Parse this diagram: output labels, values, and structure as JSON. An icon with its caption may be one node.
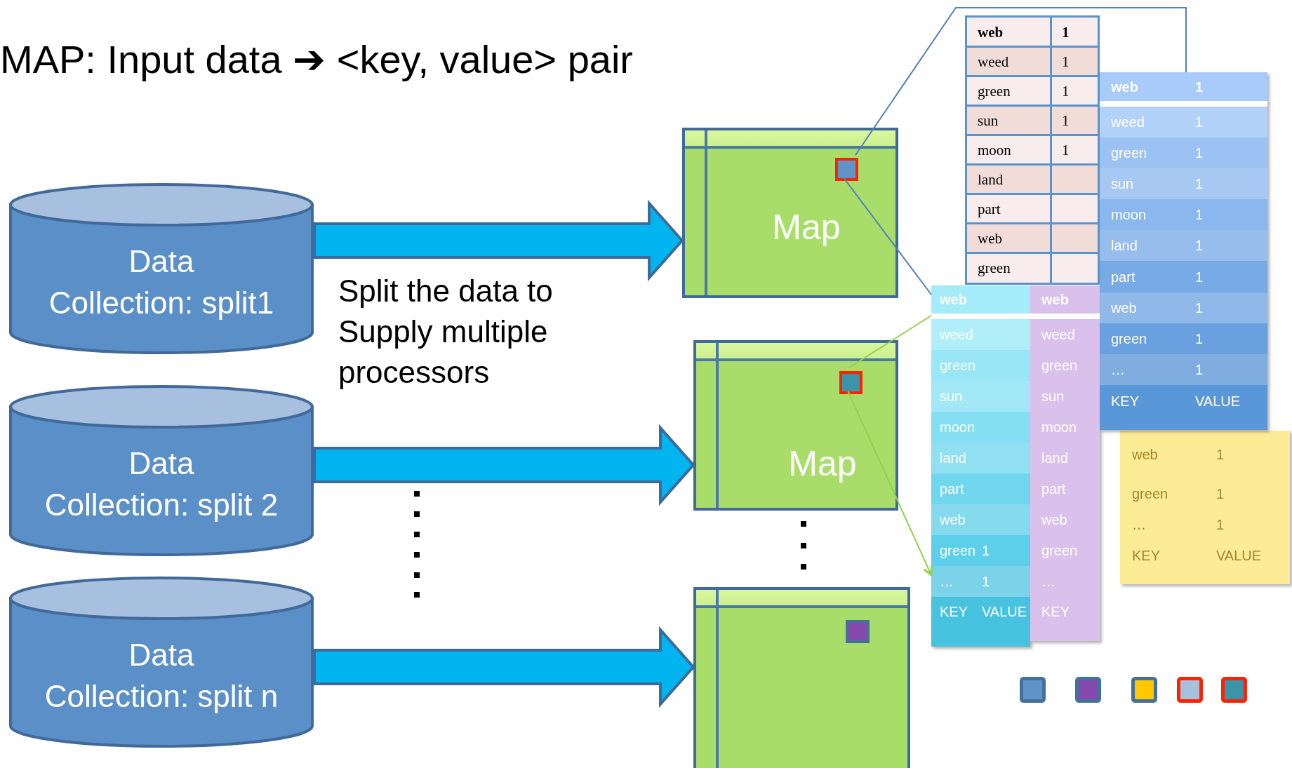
{
  "diagram": {
    "title": "MAP: Input data ➔ <key, value> pair",
    "nodes": [
      {
        "text": [
          "Data",
          "Collection: split1"
        ]
      },
      {
        "text": [
          "Data",
          "Collection: split 2"
        ]
      },
      {
        "text": [
          "Data",
          "Collection: split n"
        ]
      },
      {
        "text": [
          "Map"
        ]
      },
      {
        "text": [],
        "shape": "box",
        "in": 3
      },
      {
        "text": [
          "Map"
        ]
      },
      {
        "text": [],
        "shape": "box",
        "in": 5
      },
      {
        "text": [],
        "shape": "box"
      },
      {
        "text": [],
        "shape": "box",
        "in": 7
      },
      {
        "text": [
          "web",
          "1",
          "weed",
          "1",
          "green",
          "1",
          "sun",
          "1",
          "moon",
          "1",
          "land",
          "part",
          "web",
          "green"
        ]
      },
      {
        "text": [
          "web",
          "weed",
          "green",
          "sun",
          "moon",
          "land",
          "part",
          "web",
          "green",
          "1",
          "…",
          "1",
          "KEY",
          "VALUE"
        ]
      },
      {
        "text": [
          "web",
          "weed",
          "green",
          "sun",
          "moon",
          "land",
          "part",
          "web",
          "green",
          "…",
          "KEY"
        ]
      },
      {
        "text": [
          "web",
          "1",
          "green",
          "1",
          "…",
          "1",
          "KEY",
          "VALUE"
        ]
      },
      {
        "text": [
          "web",
          "1",
          "weed",
          "1",
          "green",
          "1",
          "sun",
          "1",
          "moon",
          "1",
          "land",
          "1",
          "part",
          "1",
          "web",
          "1",
          "green",
          "1",
          "…",
          "1",
          "KEY",
          "VALUE"
        ]
      }
    ],
    "edges": [
      {
        "from": 0,
        "to": 3,
        "arrow": "to",
        "style": "thick"
      },
      {
        "from": 1,
        "to": 5,
        "arrow": "to",
        "style": "thick"
      },
      {
        "from": 2,
        "to": 7,
        "arrow": "to",
        "style": "thick"
      },
      {
        "from": 4,
        "to": 13,
        "arrow": "none",
        "color": "#4f81bd"
      },
      {
        "from": 4,
        "to": 10,
        "arrow": "none",
        "color": "#4f81bd"
      },
      {
        "from": 6,
        "to": 10,
        "arrow": "none",
        "color": "#92d050"
      },
      {
        "from": 6,
        "to": 10,
        "arrow": "to",
        "color": "#92d050"
      }
    ],
    "labels": [
      "Split the data to Supply multiple processors"
    ]
  }
}
